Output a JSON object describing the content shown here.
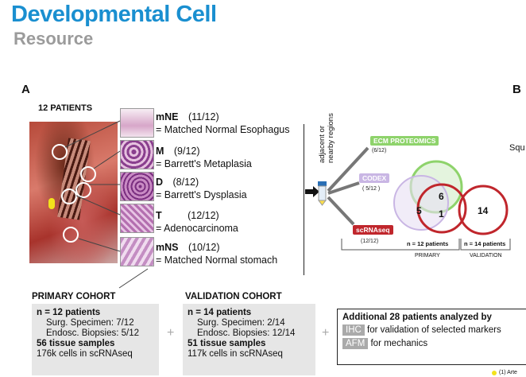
{
  "header": {
    "journal": "Developmental Cell",
    "section": "Resource"
  },
  "panel_a": {
    "label": "A",
    "patients_title": "12 PATIENTS",
    "regions": [
      {
        "code": "mNE",
        "count": "(11/12)",
        "desc": "= Matched Normal Esophagus"
      },
      {
        "code": "M",
        "count": "(9/12)",
        "desc": "= Barrett's Metaplasia"
      },
      {
        "code": "D",
        "count": "(8/12)",
        "desc": "= Barrett's Dysplasia"
      },
      {
        "code": "T",
        "count": "(12/12)",
        "desc": "= Adenocarcinoma"
      },
      {
        "code": "mNS",
        "count": "(10/12)",
        "desc": "= Matched Normal stomach"
      }
    ]
  },
  "panel_b": {
    "label": "B",
    "side_note": "adjacent or nearby regions",
    "ecm": "ECM PROTEOMICS",
    "ecm_count": "(6/12)",
    "codex": "CODEX",
    "codex_count": "( 5/12 )",
    "scrna": "scRNAseq",
    "scrna_count": "(12/12)",
    "venn": {
      "v5": "5",
      "v6": "6",
      "v1": "1",
      "v14": "14"
    },
    "n_primary": "n = 12 patients",
    "n_validation": "n = 14 patients",
    "primary_label": "PRIMARY",
    "validation_label": "VALIDATION",
    "colors": {
      "ecm": "#8ed36b",
      "codex": "#c9b6e4",
      "scrna": "#c0262c"
    },
    "cut_text": "Squ"
  },
  "cohorts": {
    "primary": {
      "title": "PRIMARY COHORT",
      "lines": [
        "n = 12 patients",
        "Surg. Specimen: 7/12",
        "Endosc. Biopsies: 5/12",
        "56 tissue samples",
        "176k cells in scRNAseq"
      ]
    },
    "validation": {
      "title": "VALIDATION COHORT",
      "lines": [
        "n = 14 patients",
        "Surg. Specimen: 2/14",
        "Endosc. Biopsies: 12/14",
        "51 tissue samples",
        "117k cells in scRNAseq"
      ]
    },
    "plus": "+",
    "additional": {
      "title": "Additional 28 patients analyzed by",
      "ihc": "IHC",
      "ihc_desc": "for validation of selected markers",
      "afm": "AFM",
      "afm_desc": "for mechanics"
    }
  },
  "footer_note": "(1) Arte"
}
